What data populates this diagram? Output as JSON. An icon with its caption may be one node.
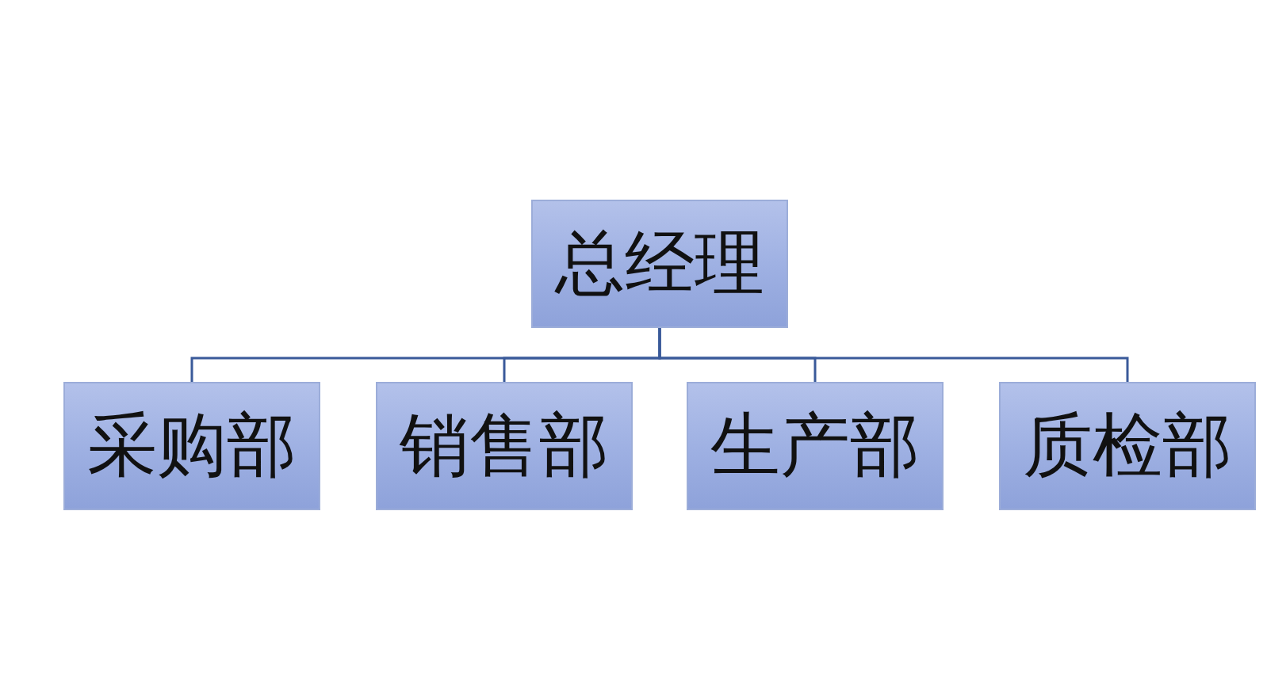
{
  "diagram": {
    "nodes": [
      {
        "text": [
          "总经理"
        ]
      },
      {
        "text": [
          "采购部"
        ]
      },
      {
        "text": [
          "销售部"
        ]
      },
      {
        "text": [
          "生产部"
        ]
      },
      {
        "text": [
          "质检部"
        ]
      }
    ],
    "edges": [
      {
        "from": 0,
        "to": 1,
        "arrow": "none"
      },
      {
        "from": 0,
        "to": 2,
        "arrow": "none"
      },
      {
        "from": 0,
        "to": 3,
        "arrow": "none"
      },
      {
        "from": 0,
        "to": 4,
        "arrow": "none"
      }
    ]
  }
}
